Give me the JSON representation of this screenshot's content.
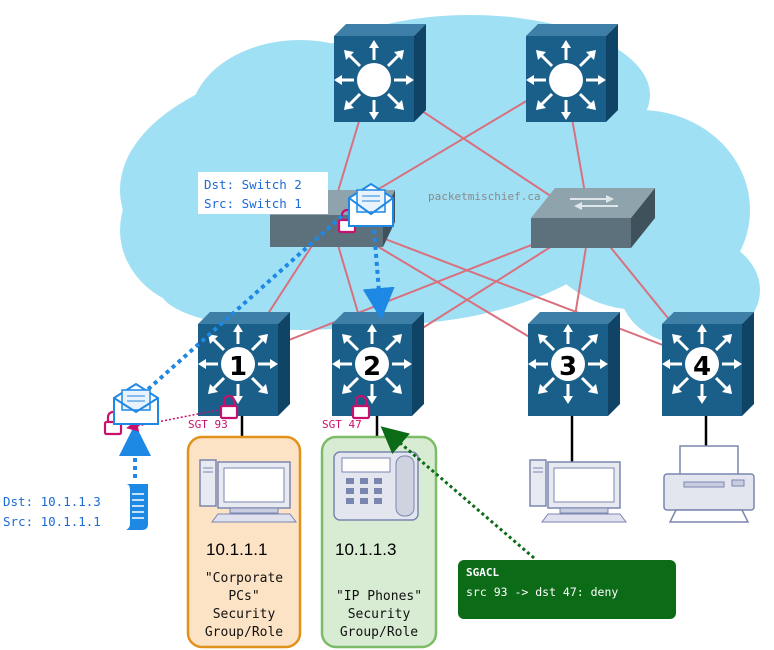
{
  "diagram": {
    "watermark": "packetmischief.ca",
    "packet_on_switch": {
      "dst": "Dst: Switch 2",
      "src": "Src: Switch 1"
    },
    "packet_at_host": {
      "dst": "Dst: 10.1.1.3",
      "src": "Src: 10.1.1.1"
    },
    "access_switches": [
      {
        "number": "1",
        "sgt": "SGT 93"
      },
      {
        "number": "2",
        "sgt": "SGT 47"
      },
      {
        "number": "3"
      },
      {
        "number": "4"
      }
    ],
    "groups": [
      {
        "ip": "10.1.1.1",
        "name": "\"Corporate PCs\"",
        "line2": "Security",
        "line3": "Group/Role"
      },
      {
        "ip": "10.1.1.3",
        "name": "\"IP Phones\"",
        "line2": "Security",
        "line3": "Group/Role"
      }
    ],
    "sgacl": {
      "title": "SGACL",
      "rule": "src 93 -> dst 47: deny"
    },
    "colors": {
      "cloud": "#9fe0f5",
      "router_blue": "#1a5f8a",
      "link_red": "#d9707e",
      "encap_blue": "#1e88e5",
      "tag_magenta": "#c8116e",
      "sgacl_green": "#0b6b16",
      "pc_group_fill": "#fde3c5",
      "pc_group_border": "#e0921b",
      "phone_group_fill": "#d8ebd3",
      "phone_group_border": "#7cbc68"
    }
  }
}
